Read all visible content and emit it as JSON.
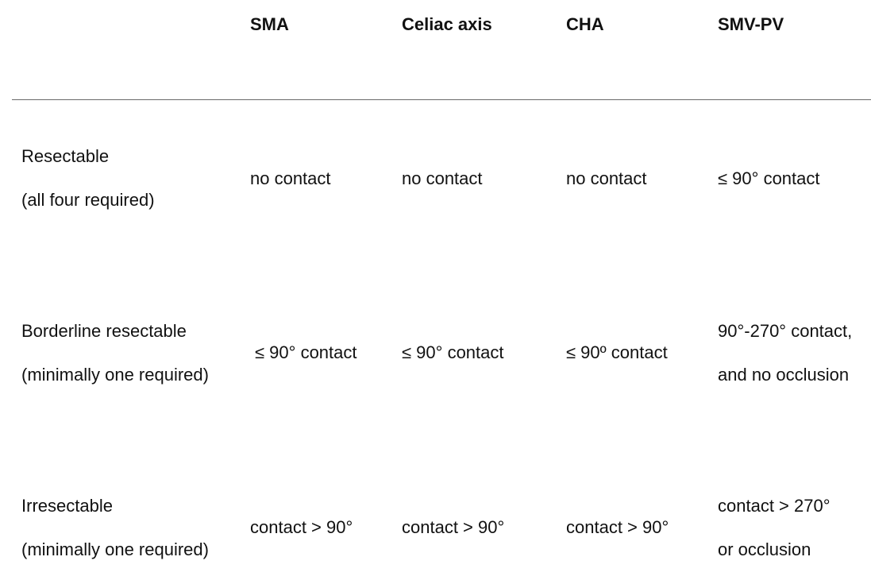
{
  "columns": [
    "SMA",
    "Celiac axis",
    "CHA",
    "SMV-PV"
  ],
  "rows": [
    {
      "label": [
        "Resectable",
        "(all four required)"
      ],
      "cells": [
        [
          "no contact"
        ],
        [
          "no contact"
        ],
        [
          "no contact"
        ],
        [
          "≤ 90° contact"
        ]
      ]
    },
    {
      "label": [
        "Borderline resectable",
        "(minimally one required)"
      ],
      "cells": [
        [
          "≤ 90° contact"
        ],
        [
          "≤ 90° contact"
        ],
        [
          "≤ 90º contact"
        ],
        [
          "90°-270° contact,",
          "and no occlusion"
        ]
      ]
    },
    {
      "label": [
        "Irresectable",
        "(minimally one required)"
      ],
      "cells": [
        [
          "contact > 90°"
        ],
        [
          "contact > 90°"
        ],
        [
          "contact > 90°"
        ],
        [
          "contact > 270°",
          "or occlusion"
        ]
      ]
    }
  ]
}
